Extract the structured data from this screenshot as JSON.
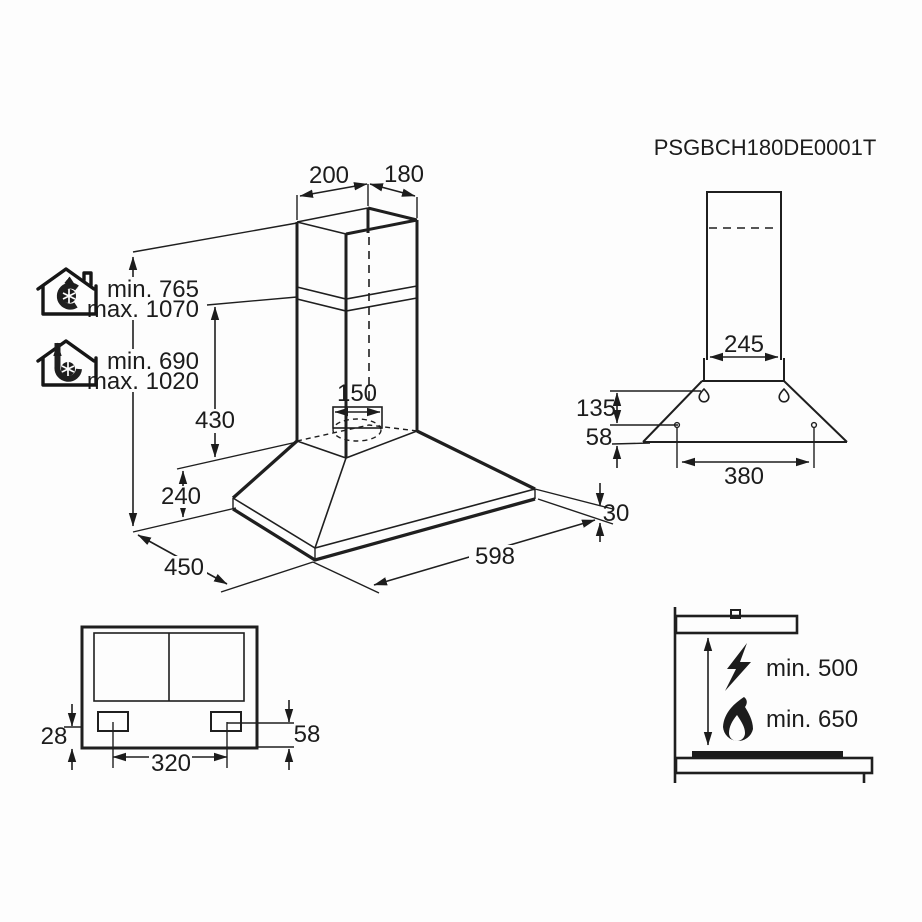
{
  "model_code": "PSGBCH180DE0001T",
  "front_view": {
    "chimney_top_width": "200",
    "chimney_top_depth": "180",
    "recirculation_height_min": "min. 765",
    "recirculation_height_max": "max. 1070",
    "extraction_height_min": "min. 690",
    "extraction_height_max": "max. 1020",
    "lower_chimney_height": "430",
    "duct_diameter": "150",
    "canopy_height": "240",
    "canopy_depth": "450",
    "canopy_width": "598",
    "base_thickness": "30"
  },
  "side_view": {
    "chimney_depth": "245",
    "hook_offset": "135",
    "hole_offset": "58",
    "hole_spacing": "380"
  },
  "bottom_view": {
    "slot_edge_offset": "28",
    "slot_top_offset": "58",
    "slot_spacing": "320"
  },
  "clearance_view": {
    "electric_hob_clearance": "min. 500",
    "gas_hob_clearance": "min. 650"
  },
  "icons": {
    "recirculation": "house-recirculation-icon",
    "extraction": "house-extraction-icon",
    "electric": "lightning-icon",
    "gas": "flame-icon"
  }
}
